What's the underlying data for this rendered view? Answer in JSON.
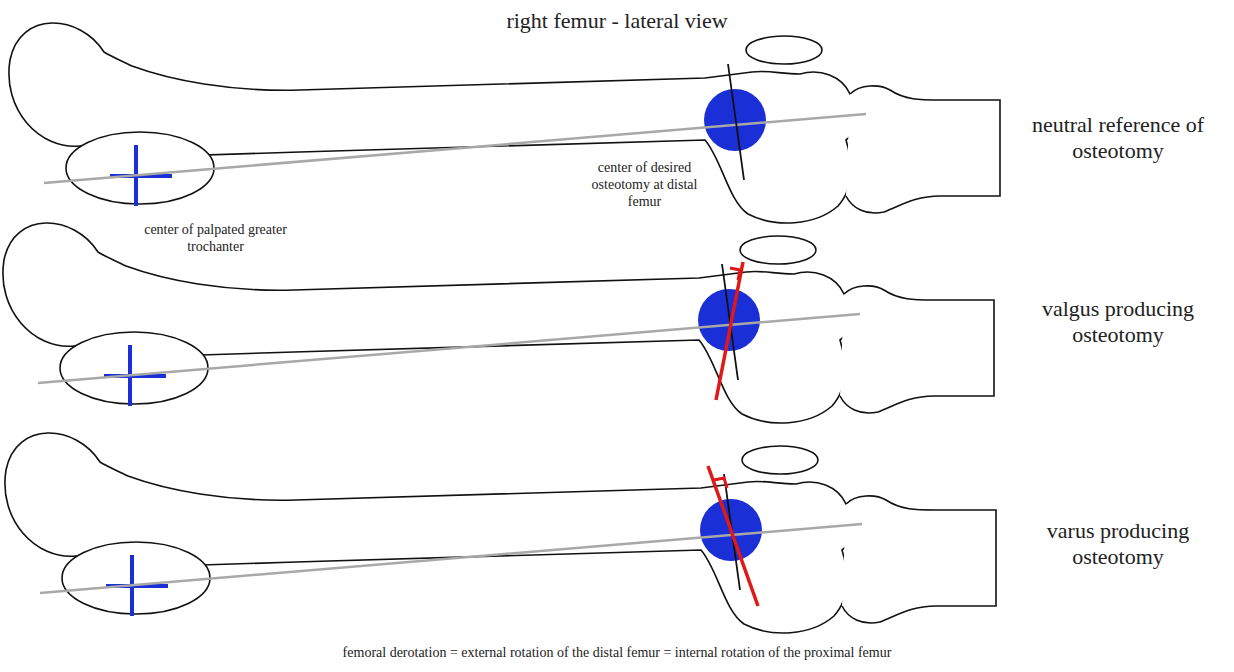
{
  "diagram": {
    "title": "right femur - lateral view",
    "caption": "femoral derotation = external rotation of the distal femur = internal rotation of the proximal femur",
    "labels": [
      "neutral reference of osteotomy",
      "valgus producing osteotomy",
      "varus producing osteotomy",
      "center of palpated greater trochanter",
      "center of desired osteotomy at distal femur"
    ]
  }
}
